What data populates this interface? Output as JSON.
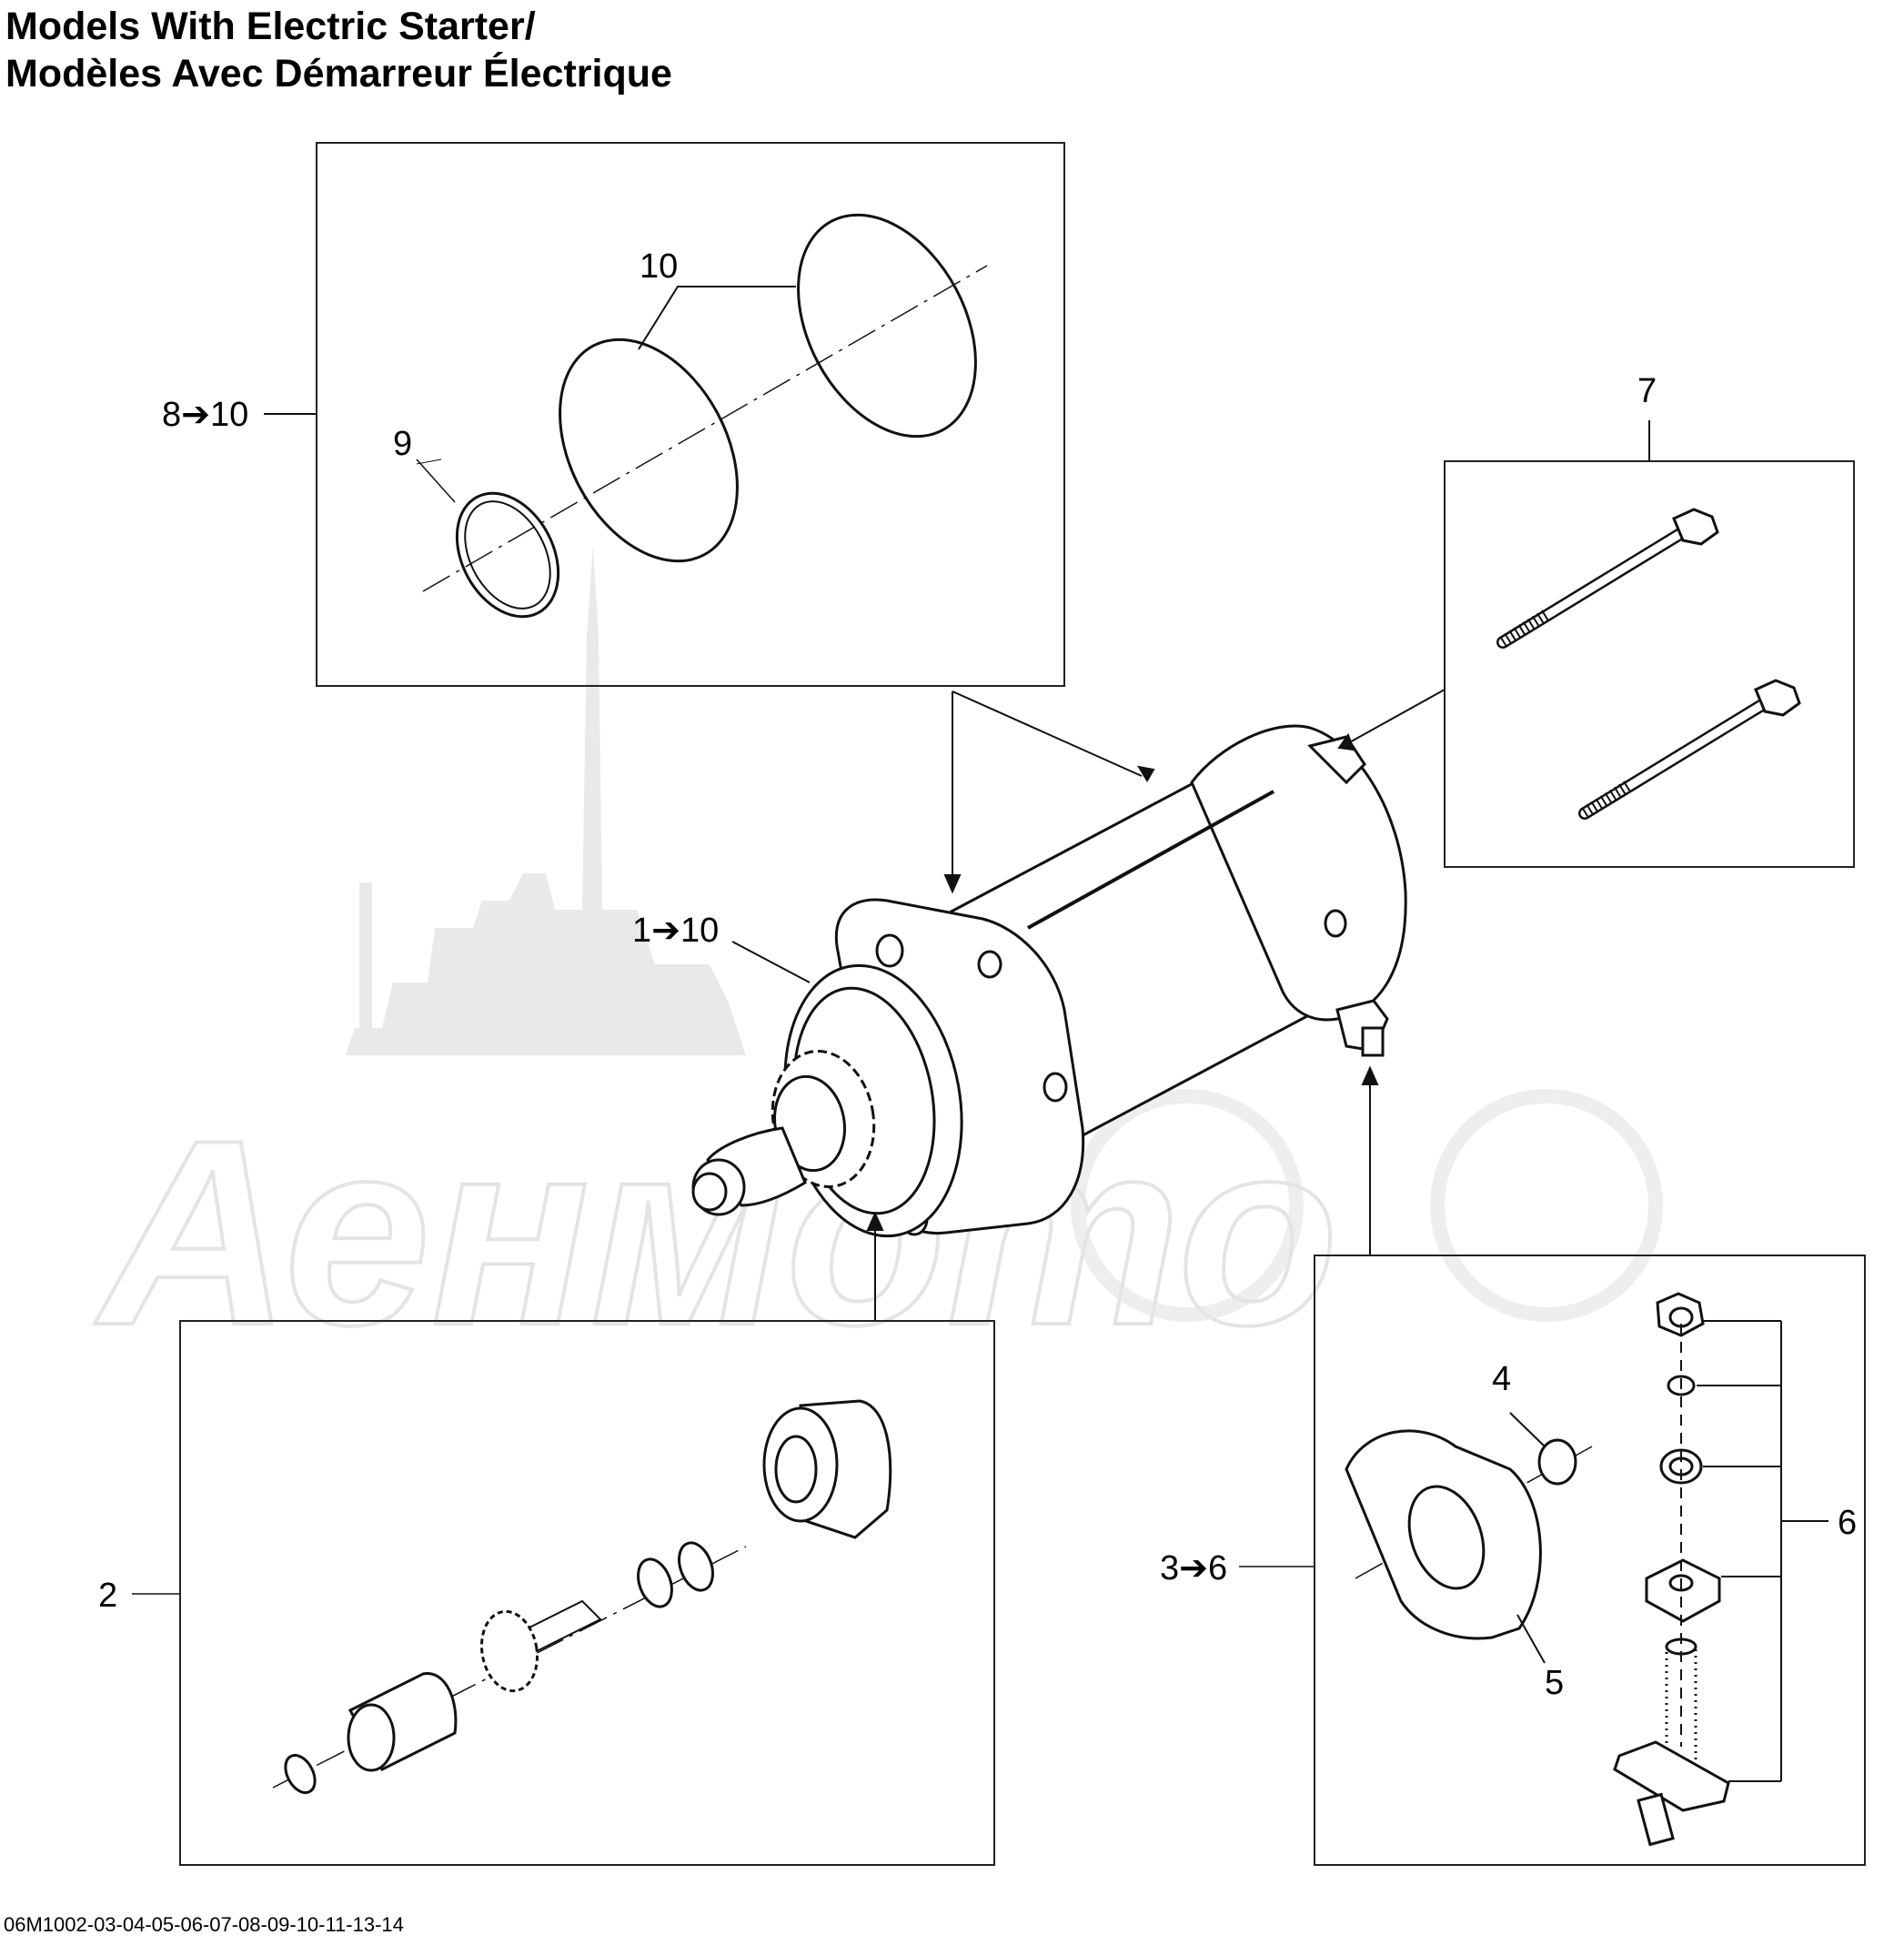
{
  "title": {
    "line1": "Models With Electric Starter/",
    "line2": "Modèles Avec Démarreur Électrique"
  },
  "footer": {
    "ref": "06M1002-03-04-05-06-07-08-09-10-11-13-14"
  },
  "watermark": {
    "text": "Аенмото"
  },
  "callouts": {
    "c8_10": "8➔10",
    "c10": "10",
    "c9": "9",
    "c7": "7",
    "c1_10": "1➔10",
    "c2": "2",
    "c3_6": "3➔6",
    "c4": "4",
    "c5": "5",
    "c6": "6"
  }
}
